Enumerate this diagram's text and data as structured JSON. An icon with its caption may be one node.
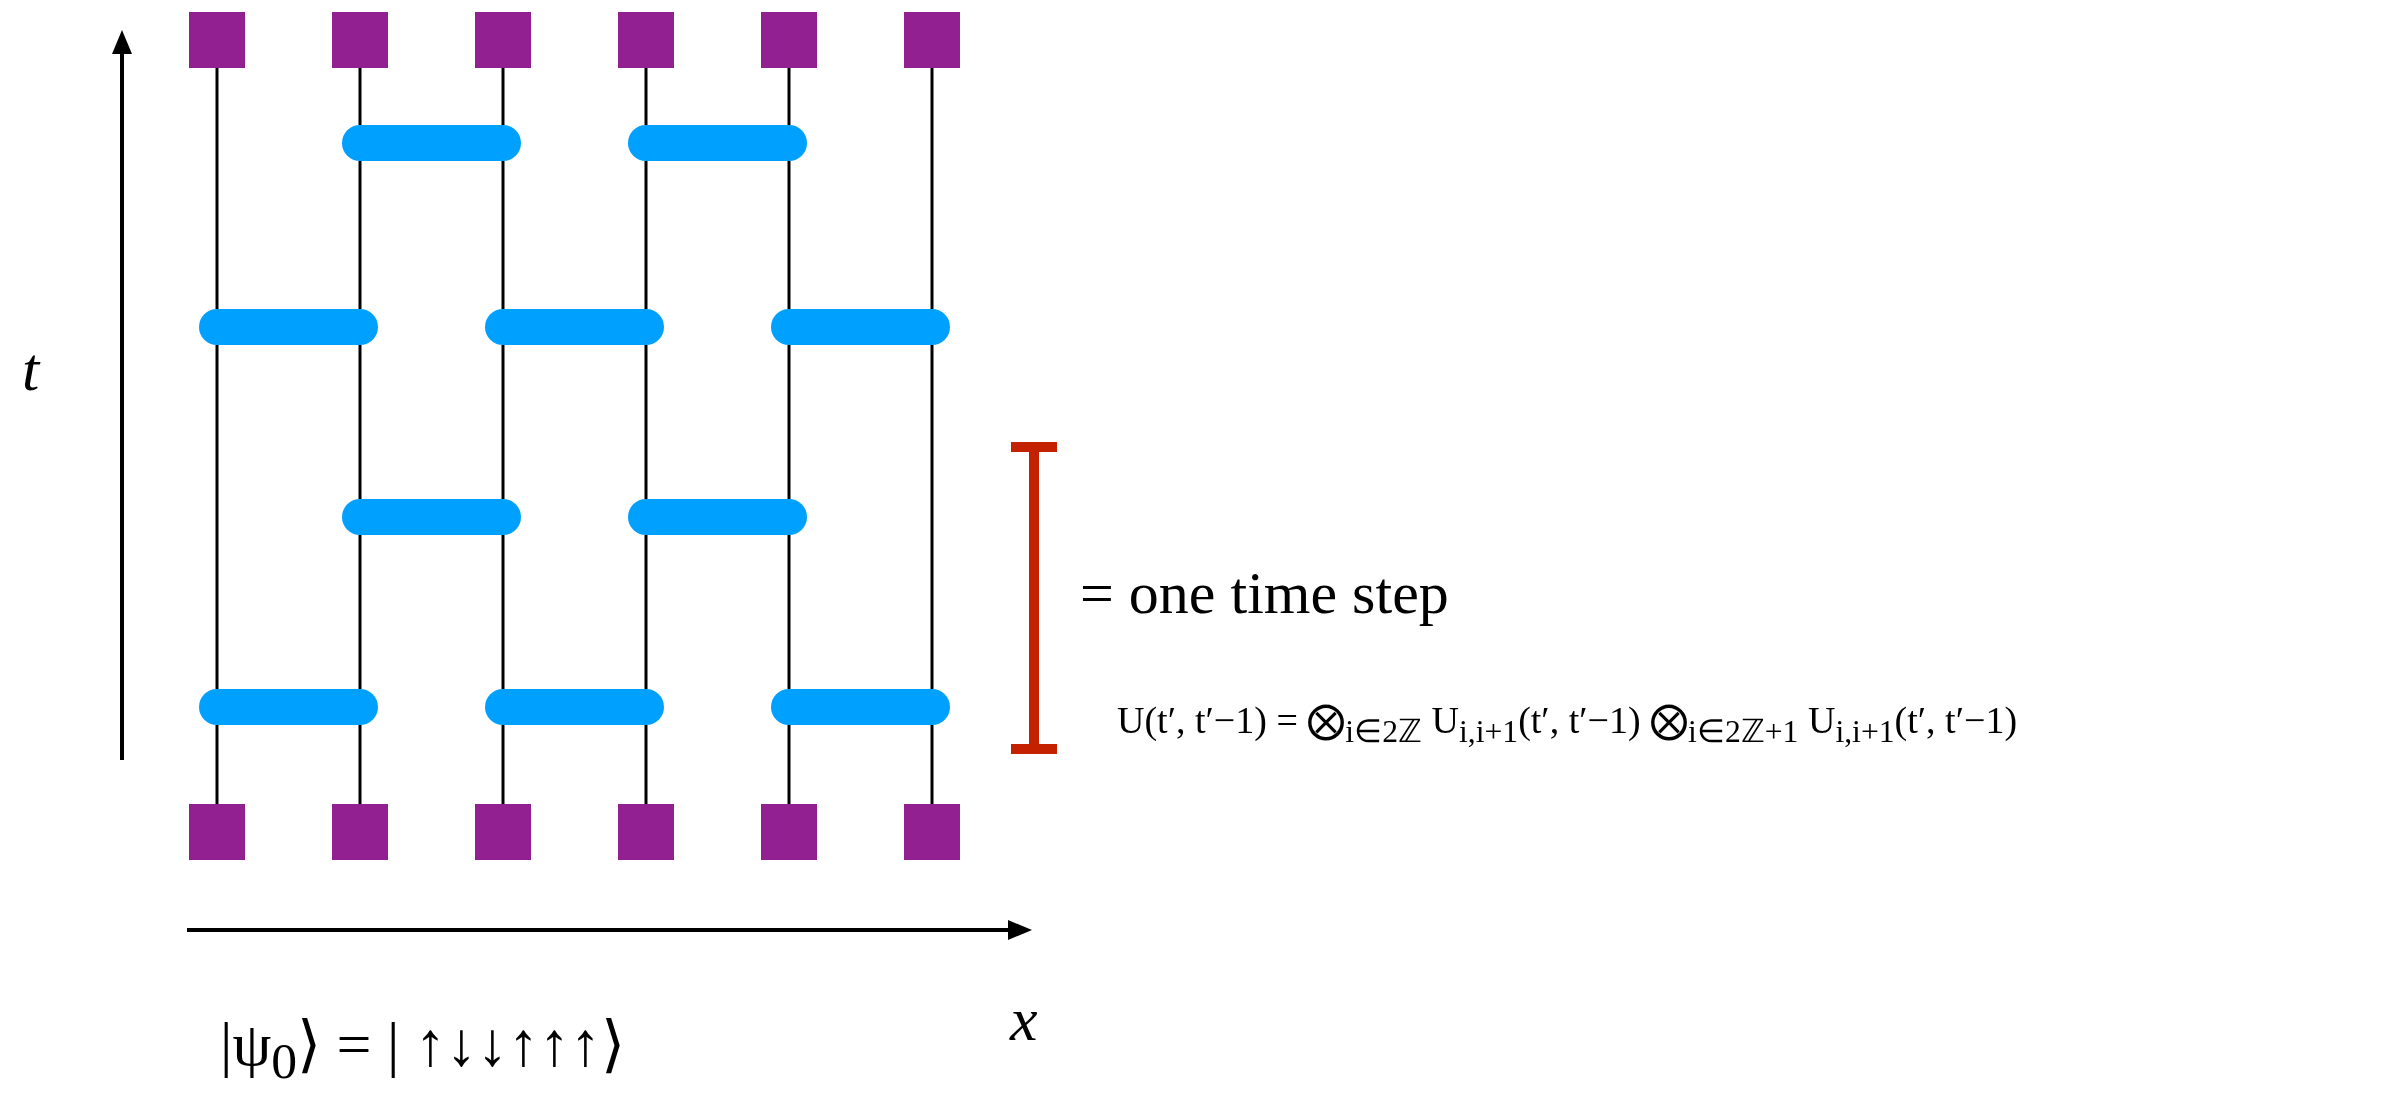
{
  "diagram": {
    "nodes": [
      {
        "text": [],
        "shape": "box"
      },
      {
        "text": [],
        "shape": "box"
      },
      {
        "text": [],
        "shape": "box"
      },
      {
        "text": [],
        "shape": "box"
      },
      {
        "text": [],
        "shape": "box"
      },
      {
        "text": [],
        "shape": "box"
      },
      {
        "text": [],
        "shape": "bar"
      },
      {
        "text": [],
        "shape": "bar"
      },
      {
        "text": [],
        "shape": "bar"
      },
      {
        "text": [],
        "shape": "bar"
      },
      {
        "text": [],
        "shape": "bar"
      },
      {
        "text": [],
        "shape": "bar"
      },
      {
        "text": [],
        "shape": "bar"
      },
      {
        "text": [],
        "shape": "bar"
      },
      {
        "text": [],
        "shape": "bar"
      },
      {
        "text": [],
        "shape": "bar"
      },
      {
        "text": [],
        "shape": "box"
      },
      {
        "text": [],
        "shape": "box"
      },
      {
        "text": [],
        "shape": "box"
      },
      {
        "text": [],
        "shape": "box"
      },
      {
        "text": [],
        "shape": "box"
      },
      {
        "text": [],
        "shape": "box"
      }
    ],
    "edges": [
      {
        "from": 16,
        "to": 13,
        "arrow": "none"
      },
      {
        "from": 13,
        "to": 8,
        "arrow": "none"
      },
      {
        "from": 8,
        "to": 0,
        "arrow": "none"
      },
      {
        "from": 17,
        "to": 13,
        "arrow": "none"
      },
      {
        "from": 13,
        "to": 11,
        "arrow": "none"
      },
      {
        "from": 11,
        "to": 8,
        "arrow": "none"
      },
      {
        "from": 8,
        "to": 6,
        "arrow": "none"
      },
      {
        "from": 6,
        "to": 1,
        "arrow": "none"
      },
      {
        "from": 18,
        "to": 14,
        "arrow": "none"
      },
      {
        "from": 14,
        "to": 11,
        "arrow": "none"
      },
      {
        "from": 11,
        "to": 9,
        "arrow": "none"
      },
      {
        "from": 9,
        "to": 6,
        "arrow": "none"
      },
      {
        "from": 6,
        "to": 2,
        "arrow": "none"
      },
      {
        "from": 19,
        "to": 14,
        "arrow": "none"
      },
      {
        "from": 14,
        "to": 12,
        "arrow": "none"
      },
      {
        "from": 12,
        "to": 9,
        "arrow": "none"
      },
      {
        "from": 9,
        "to": 7,
        "arrow": "none"
      },
      {
        "from": 7,
        "to": 3,
        "arrow": "none"
      },
      {
        "from": 20,
        "to": 15,
        "arrow": "none"
      },
      {
        "from": 15,
        "to": 12,
        "arrow": "none"
      },
      {
        "from": 12,
        "to": 10,
        "arrow": "none"
      },
      {
        "from": 10,
        "to": 7,
        "arrow": "none"
      },
      {
        "from": 7,
        "to": 4,
        "arrow": "none"
      },
      {
        "from": 21,
        "to": 15,
        "arrow": "none"
      },
      {
        "from": 15,
        "to": 10,
        "arrow": "none"
      },
      {
        "from": 10,
        "to": 5,
        "arrow": "none"
      }
    ],
    "labels": [
      "t",
      "= one time step",
      "U(t′, t′−1) = ⨂$_{i∈2ℤ}$ U$_{i,i+1}$(t′, t′−1) ⨂$_{i∈2ℤ+1}$ U$_{i,i+1}$(t′, t′−1)",
      "x",
      "|ψ$_{0}$⟩ = | ↑↓↓↑↑↑⟩"
    ]
  }
}
